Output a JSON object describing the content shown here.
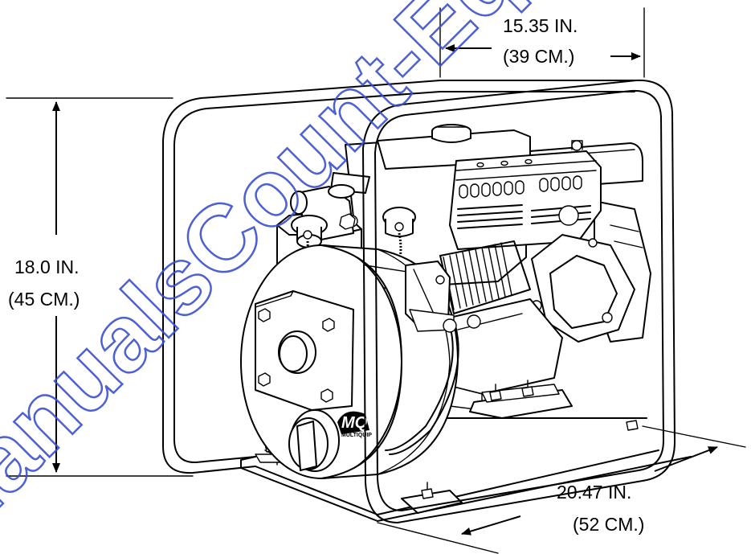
{
  "dimensions": {
    "depth": {
      "inches": "15.35 IN.",
      "centimeters": "(39 CM.)"
    },
    "height": {
      "inches": "18.0 IN.",
      "centimeters": "(45 CM.)"
    },
    "length": {
      "inches": "20.47 IN.",
      "centimeters": "(52 CM.)"
    }
  },
  "brand_plate": {
    "logo": "MQ",
    "name": "MULTIQUIP"
  },
  "watermark": {
    "text": "ManualsCount-Equipment.com",
    "color": "#3a4fd0"
  }
}
